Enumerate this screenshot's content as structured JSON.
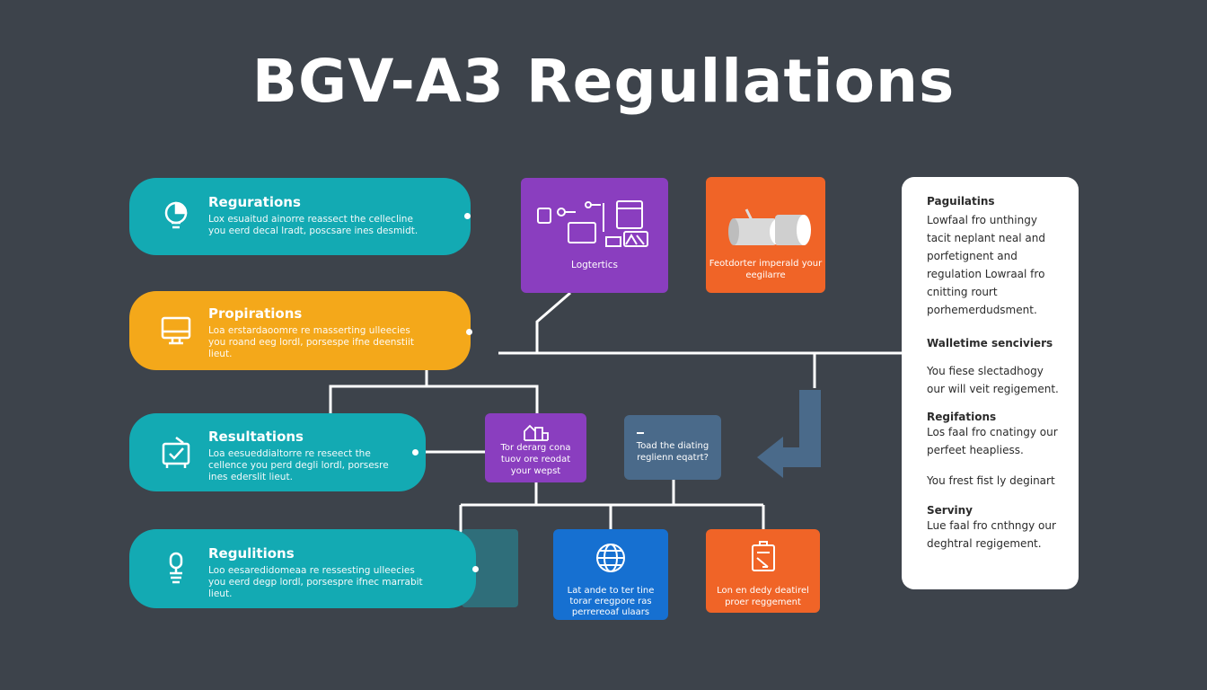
{
  "title": "BGV-A3 Regullations",
  "left_cards": [
    {
      "title": "Regurations",
      "body": "Lox esuaitud ainorre reassect the cellecline you eerd decal lradt, poscsare ines desmidt.",
      "icon": "lightbulb-icon"
    },
    {
      "title": "Propirations",
      "body": "Loa erstardaoomre re masserting ulleecies you roand eeg lordl, porsespe ifne deenstiit lieut.",
      "icon": "monitor-icon"
    },
    {
      "title": "Resultations",
      "body": "Loa eesueddialtorre re reseect the cellence you perd degli lordl, porsesre ines ederslit lieut.",
      "icon": "checkbox-icon"
    },
    {
      "title": "Regulitions",
      "body": "Loo eesaredidomeaa re ressesting ulleecies you eerd degp lordl, porsespre ifnec marrabit lieut.",
      "icon": "bulb-icon"
    }
  ],
  "top_boxes": [
    {
      "label": "Logtertics",
      "icon": "workflow-icon",
      "color": "#8a3ebf"
    },
    {
      "label": "Feotdorter imperald your eegilarre",
      "icon": "pipes-icon",
      "color": "#f06427"
    }
  ],
  "middle_boxes": [
    {
      "label": "Tor derarg cona tuov ore reodat your wepst",
      "icon": "city-icon",
      "color": "#8a3ebf"
    },
    {
      "label": "Toad the diating reglienn eqatrt?",
      "icon": "dash-icon",
      "color": "#4a6a8a"
    }
  ],
  "bottom_boxes": [
    {
      "label": "Lat ande to ter tine torar eregpore ras perrereoaf ulaars",
      "icon": "globe-icon",
      "color": "#1670d1"
    },
    {
      "label": "Lon en dedy deatirel proer reggement",
      "icon": "document-icon",
      "color": "#f06427"
    }
  ],
  "panel": [
    {
      "heading": "Paguilatins",
      "text": "Lowfaal fro unthingy tacit neplant neal and porfetignent and regulation Lowraal fro cnitting rourt porhemerdudsment."
    },
    {
      "heading": "Walletime senciviers",
      "text": "You fiese slectadhogy our will veit regigement."
    },
    {
      "heading": "Regifations",
      "text": "Los faal fro cnatingy our perfeet heapliess."
    },
    {
      "heading": "",
      "text": "You frest fist ly deginart"
    },
    {
      "heading": "Serviny",
      "text": "Lue faal fro cnthngy our deghtral regigement."
    }
  ]
}
